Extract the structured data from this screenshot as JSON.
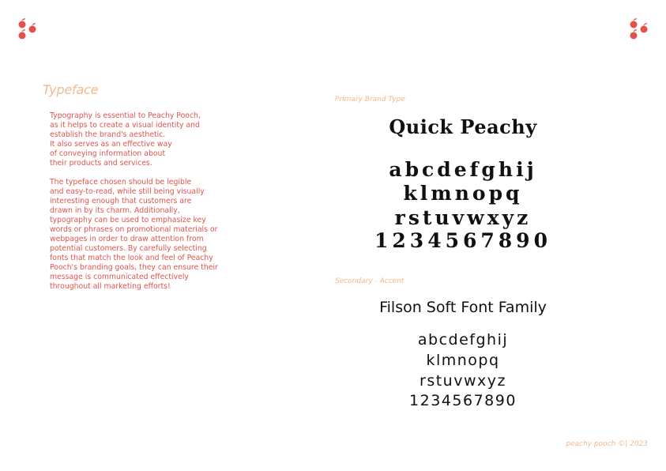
{
  "logo": {
    "left_icon": "peach-cluster-icon",
    "right_icon": "peach-cluster-icon",
    "color": "#e5504a"
  },
  "typeface": {
    "heading": "Typeface",
    "paragraph1": "Typography is essential to Peachy Pooch,\nas it helps to create a visual identity and\nestablish the brand's aesthetic.\nIt also serves as an effective way\nof conveying information about\ntheir products and services.",
    "paragraph2": "The typeface chosen should be legible\nand easy-to-read, while still being visually\ninteresting enough that customers are\ndrawn in by its charm.  Additionally,\ntypography can be used to emphasize key\nwords or phrases on promotional materials or\nwebpages in order to draw attention from\npotential customers. By carefully selecting\nfonts that match the look and feel of Peachy\nPooch's branding goals, they can ensure their\n message is communicated effectively\nthroughout all marketing efforts!"
  },
  "primary": {
    "label": "Primary Brand Type",
    "title": "Quick Peachy",
    "lines": [
      "abcdefghij",
      "klmnopq",
      "rstuvwxyz",
      "1234567890"
    ]
  },
  "secondary": {
    "label": "Secondary - Accent",
    "title": "Filson Soft Font Family",
    "lines": [
      "abcdefghij",
      "klmnopq",
      "rstuvwxyz",
      "1234567890"
    ]
  },
  "footer": {
    "text": "peachy pooch ©| 2023"
  },
  "colors": {
    "accent_peach": "#f2b98d",
    "body_red": "#e2544e",
    "ink": "#111111"
  }
}
